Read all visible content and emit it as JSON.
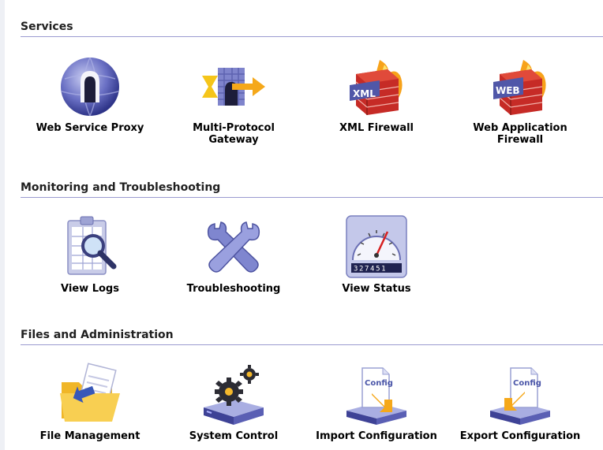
{
  "sections": [
    {
      "title": "Services",
      "items": [
        {
          "label": "Web Service Proxy",
          "icon": "globe-gate-icon"
        },
        {
          "label": "Multi-Protocol\nGateway",
          "icon": "gateway-arrow-icon"
        },
        {
          "label": "XML Firewall",
          "icon": "xml-firewall-icon",
          "badge": "XML"
        },
        {
          "label": "Web Application\nFirewall",
          "icon": "web-firewall-icon",
          "badge": "WEB"
        }
      ]
    },
    {
      "title": "Monitoring and Troubleshooting",
      "items": [
        {
          "label": "View Logs",
          "icon": "clipboard-magnifier-icon"
        },
        {
          "label": "Troubleshooting",
          "icon": "wrenches-icon"
        },
        {
          "label": "View Status",
          "icon": "gauge-icon",
          "counter": "327451"
        }
      ]
    },
    {
      "title": "Files and Administration",
      "items": [
        {
          "label": "File Management",
          "icon": "folder-icon"
        },
        {
          "label": "System Control",
          "icon": "gears-icon"
        },
        {
          "label": "Import Configuration",
          "icon": "config-import-icon",
          "badge": "Config"
        },
        {
          "label": "Export Configuration",
          "icon": "config-export-icon",
          "badge": "Config"
        }
      ]
    }
  ]
}
